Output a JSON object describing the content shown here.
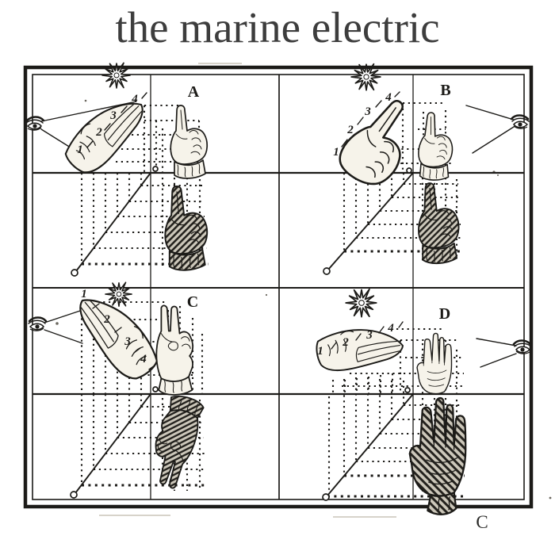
{
  "title": "the marine electric",
  "colors": {
    "ink": "#1c1b18",
    "paper": "#ffffff",
    "hand_fill": "#f6f3ea",
    "title_text": "#3d3d3d"
  },
  "plate": {
    "signature": "C",
    "panels": [
      {
        "label": "A",
        "numbers": [
          "1",
          "2",
          "3",
          "4"
        ]
      },
      {
        "label": "B",
        "numbers": [
          "1",
          "2",
          "3",
          "4"
        ]
      },
      {
        "label": "C",
        "numbers": [
          "1",
          "2",
          "3",
          "4"
        ]
      },
      {
        "label": "D",
        "numbers": [
          "1",
          "2",
          "3",
          "4"
        ]
      }
    ]
  }
}
